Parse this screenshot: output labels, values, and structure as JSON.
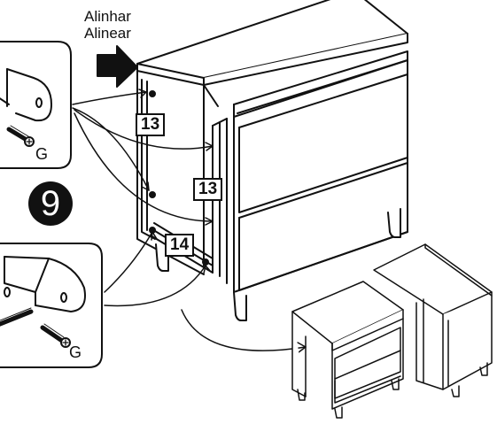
{
  "align_label_pt": "Alinhar",
  "align_label_es": "Alinear",
  "step_number": "9",
  "screw_code_top": "G",
  "screw_code_bottom": "G",
  "part_badges": [
    "13",
    "13",
    "14"
  ]
}
